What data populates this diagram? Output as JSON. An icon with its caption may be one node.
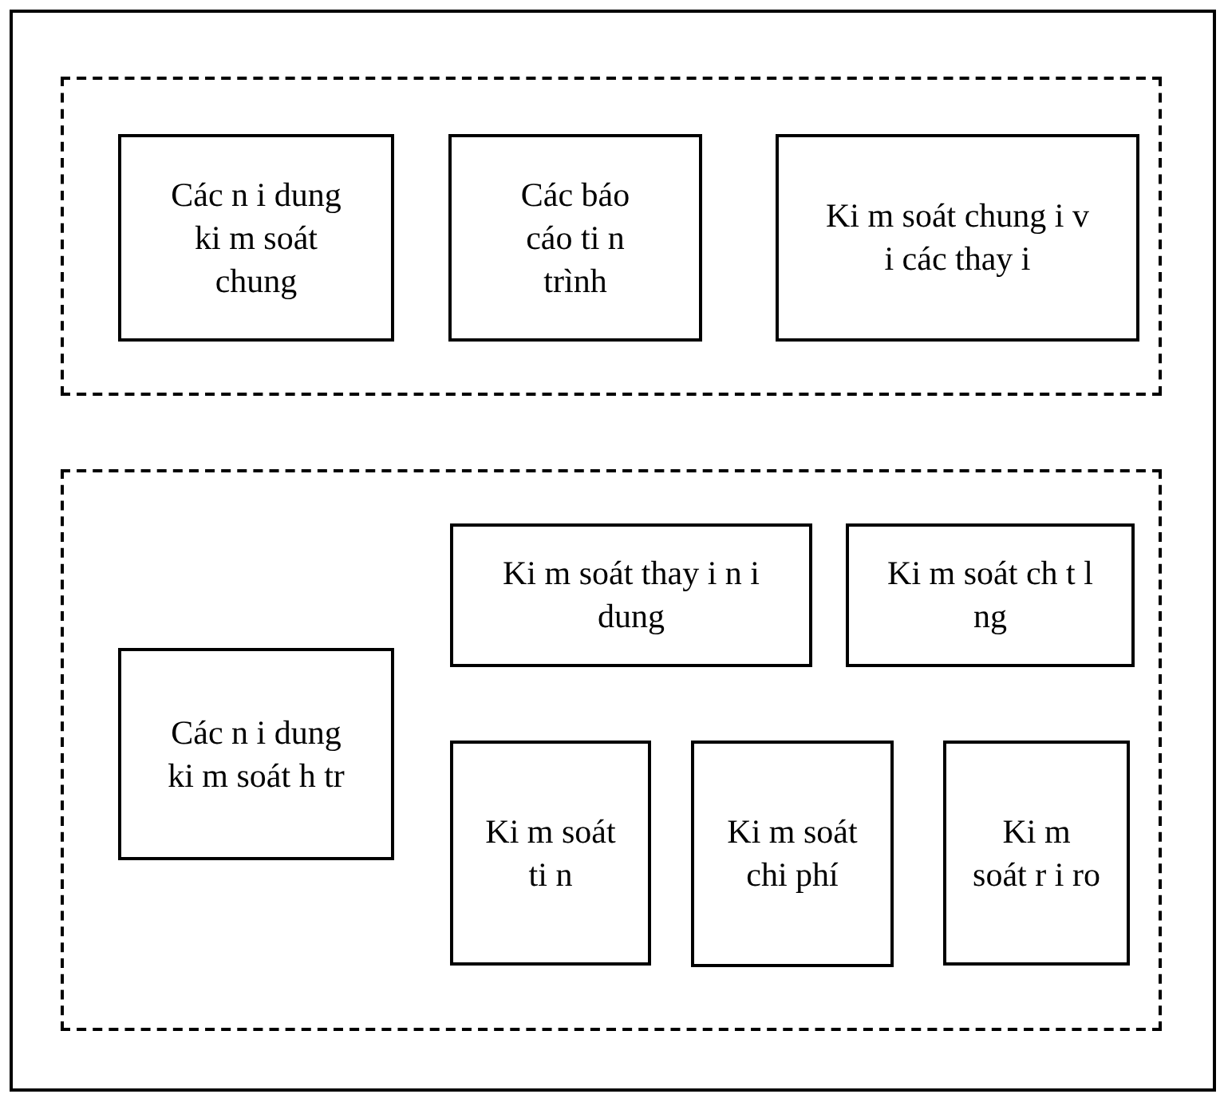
{
  "diagram": {
    "nodes": [
      {
        "text": [],
        "shape": "box"
      },
      {
        "text": [
          "Các n i dung ki m soát chung"
        ],
        "in": 0
      },
      {
        "text": [
          "Các báo cáo ti n trình"
        ],
        "in": 0
      },
      {
        "text": [
          "Ki m soát chung i v i các thay i"
        ],
        "in": 0
      },
      {
        "text": [],
        "shape": "box"
      },
      {
        "text": [
          "Ki m soát thay i n i dung"
        ],
        "in": 4
      },
      {
        "text": [
          "Ki m soát ch t l ng"
        ],
        "in": 4
      },
      {
        "text": [
          "Các n i dung ki m soát h tr"
        ],
        "in": 4
      },
      {
        "text": [
          "Ki m soát ti n"
        ],
        "in": 4
      },
      {
        "text": [
          "Ki m soát chi phí"
        ],
        "in": 4
      },
      {
        "text": [
          "Ki m soát r i ro"
        ],
        "in": 4
      }
    ]
  }
}
